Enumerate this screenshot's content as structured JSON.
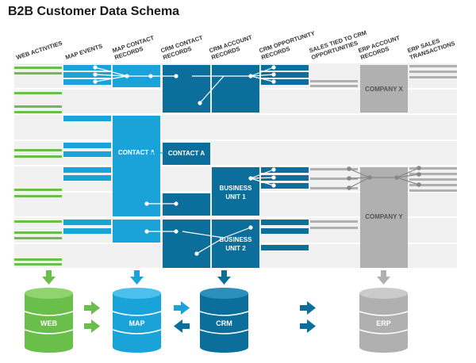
{
  "title": "B2B Customer Data Schema",
  "columns": [
    {
      "label": "WEB ACTIVITIES"
    },
    {
      "label": "MAP EVENTS"
    },
    {
      "label": "MAP CONTACT\nRECORDS"
    },
    {
      "label": "CRM CONTACT\nRECORDS"
    },
    {
      "label": "CRM ACCOUNT\nRECORDS"
    },
    {
      "label": "CRM OPPORTUNITY\nRECORDS"
    },
    {
      "label": "SALES TIED TO CRM\nOPPORTUNITIES"
    },
    {
      "label": "ERP ACCOUNT\nRECORDS"
    },
    {
      "label": "ERP SALES\nTRANSACTIONS"
    }
  ],
  "labels": {
    "contact_a_map": "CONTACT A",
    "contact_a_crm": "CONTACT A",
    "bu1": "BUSINESS\nUNIT 1",
    "bu2": "BUSINESS\nUNIT 2",
    "company_x": "COMPANY X",
    "company_y": "COMPANY Y"
  },
  "databases": [
    {
      "label": "WEB",
      "color": "#6abf4b"
    },
    {
      "label": "MAP",
      "color": "#1aa3d9"
    },
    {
      "label": "CRM",
      "color": "#0c6f9b"
    },
    {
      "label": "ERP",
      "color": "#b0b0b0"
    }
  ],
  "colors": {
    "green": "#6abf4b",
    "light_blue": "#1aa3d9",
    "dark_blue": "#0c6f9b",
    "gray": "#b0b0b0",
    "band": "#f1f1f1"
  }
}
